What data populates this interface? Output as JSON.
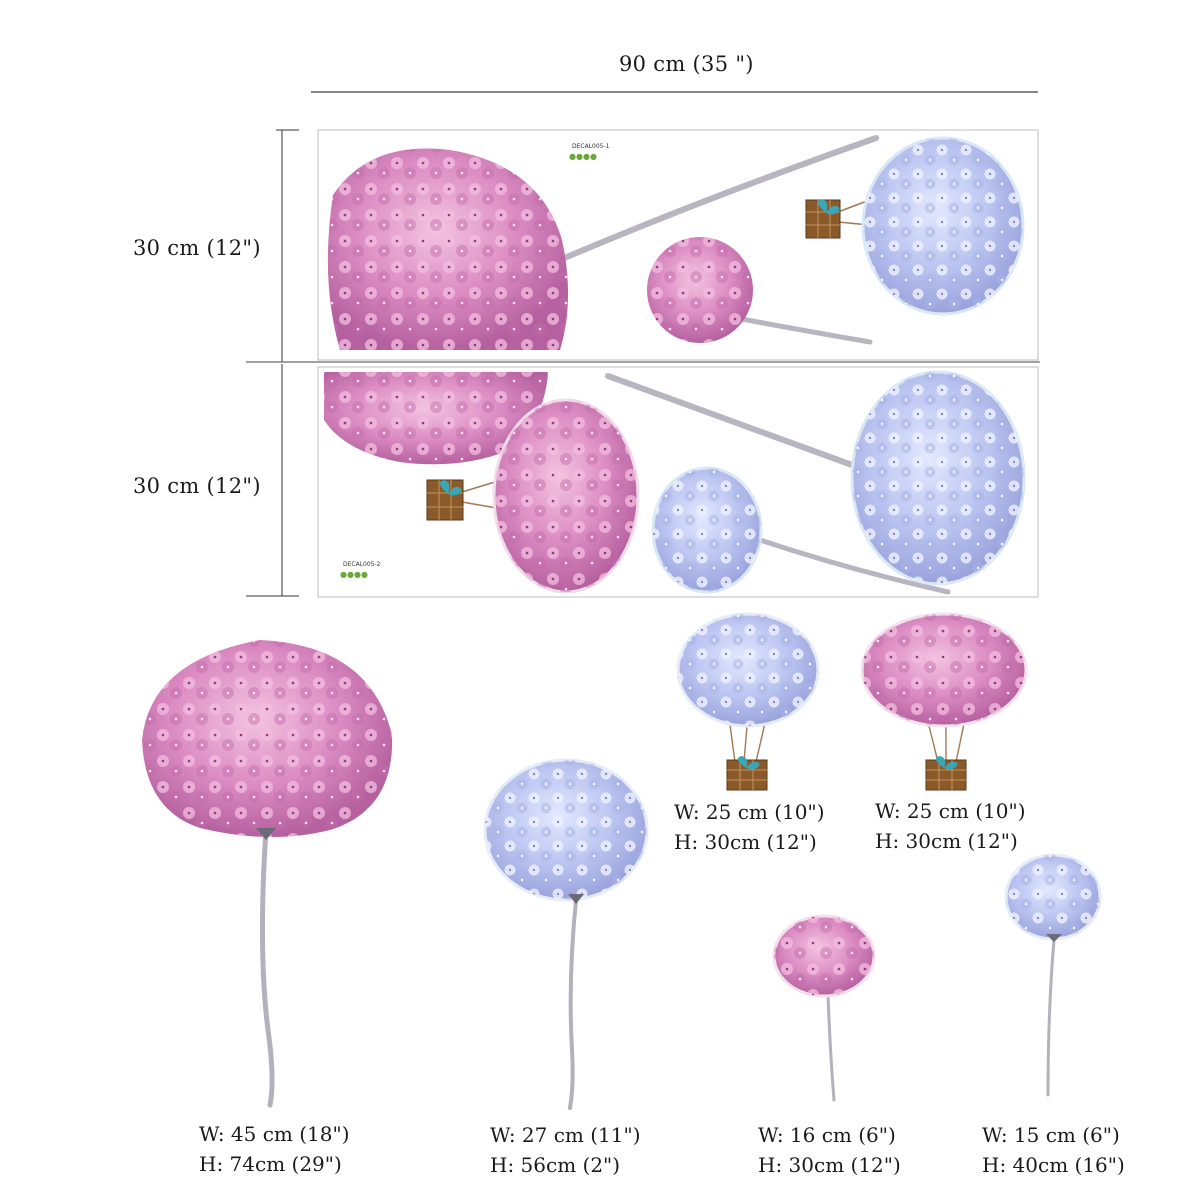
{
  "dimensions": {
    "width": "90 cm (35 \")",
    "height_top": "30 cm (12\")",
    "height_bottom": "30 cm (12\")"
  },
  "sheets": {
    "top_code": "DECAL005-1",
    "bottom_code": "DECAL005-2"
  },
  "items": [
    {
      "w": "W: 45 cm (18\")",
      "h": "H: 74cm (29\")"
    },
    {
      "w": "W: 27 cm (11\")",
      "h": "H: 56cm (2\")"
    },
    {
      "w": "W: 25 cm (10\")",
      "h": "H: 30cm (12\")"
    },
    {
      "w": "W: 25 cm (10\")",
      "h": "H: 30cm (12\")"
    },
    {
      "w": "W: 16 cm (6\")",
      "h": "H: 30cm (12\")"
    },
    {
      "w": "W: 15 cm (6\")",
      "h": "H: 40cm (16\")"
    }
  ],
  "colors": {
    "pink": "#d98cc0",
    "pink_dark": "#b85a9a",
    "blue": "#b8c3ef",
    "blue_dark": "#8d98d8",
    "stem": "#a9a5b2",
    "basket": "#8a5a2b",
    "ribbon": "#3aa6b6"
  }
}
